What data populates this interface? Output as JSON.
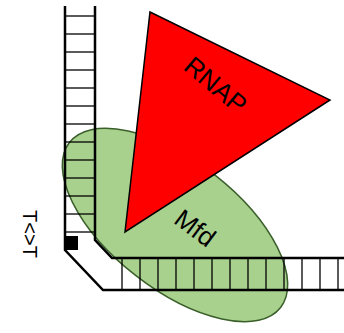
{
  "diagram": {
    "nodes": [
      {
        "text": [
          "RNAP"
        ]
      },
      {
        "text": [
          "Mfd"
        ]
      }
    ],
    "labels": [
      "T<>T"
    ]
  }
}
